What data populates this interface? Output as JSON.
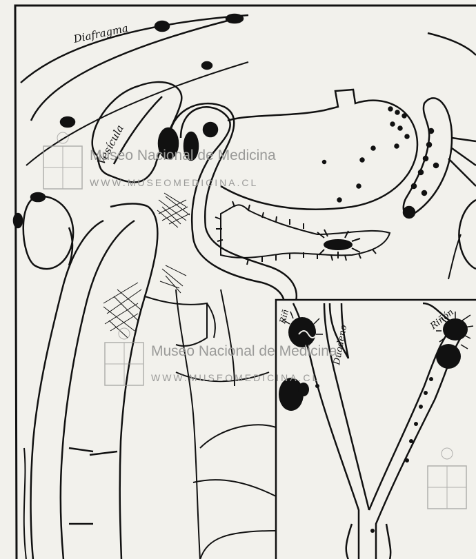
{
  "labels": {
    "diafragma": "Diafragma",
    "vesicula": "Vesícula",
    "duodeno": "Duodeno",
    "rinon_left": "Riñ",
    "rinon_right": "Riñón"
  },
  "watermarks": [
    {
      "name": "Museo Nacional de Medicina",
      "url": "WWW.MUSEOMEDICINA.CL"
    },
    {
      "name": "Museo Nacional de Medicina",
      "url": "WWW.MUSEOMEDICINA.CL"
    }
  ],
  "colors": {
    "ink": "#111111",
    "paper": "#f2f1ec",
    "watermark": "#9a9a98"
  }
}
